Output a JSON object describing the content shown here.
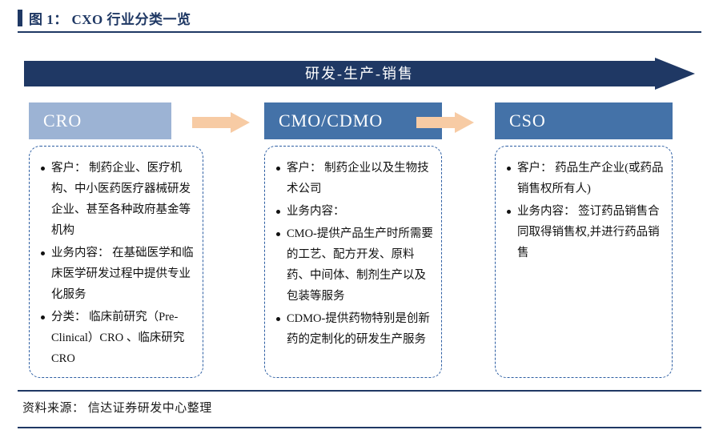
{
  "figure": {
    "title": "图 1： CXO 行业分类一览",
    "source": "资料来源： 信达证券研发中心整理",
    "banner_label": "研发-生产-销售",
    "accent_dark": "#1f3864",
    "accent_blue": "#4472a8",
    "accent_light_blue": "#9cb3d4",
    "arrow_peach": "#f7cba4",
    "dash_border": "#2e5fa3"
  },
  "columns": [
    {
      "id": "cro",
      "header": "CRO",
      "bullets": [
        "客户： 制药企业、医疗机构、中小医药医疗器械研发企业、甚至各种政府基金等机构",
        "业务内容： 在基础医学和临床医学研发过程中提供专业化服务",
        "分类： 临床前研究（Pre-Clinical）CRO 、临床研究CRO"
      ]
    },
    {
      "id": "cmo",
      "header": "CMO/CDMO",
      "bullets": [
        "客户： 制药企业以及生物技术公司",
        "业务内容：",
        "CMO-提供产品生产时所需要的工艺、配方开发、原料药、中间体、制剂生产以及包装等服务",
        "CDMO-提供药物特别是创新药的定制化的研发生产服务"
      ]
    },
    {
      "id": "cso",
      "header": "CSO",
      "bullets": [
        "客户： 药品生产企业(或药品销售权所有人)",
        "业务内容： 签订药品销售合同取得销售权,并进行药品销售"
      ]
    }
  ],
  "connectors": [
    {
      "id": "connector-1",
      "name": "arrow-cro-to-cmo"
    },
    {
      "id": "connector-2",
      "name": "arrow-cmo-to-cso"
    }
  ]
}
